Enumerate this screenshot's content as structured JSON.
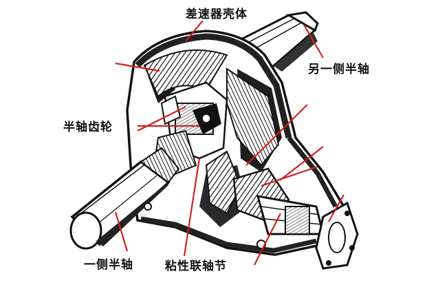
{
  "labels": {
    "differential_housing": "差速器壳体",
    "other_side_half_shaft": "另一侧半轴",
    "half_shaft_gear": "半轴齿轮",
    "one_side_half_shaft": "一侧半轴",
    "viscous_coupling": "粘性联轴节"
  },
  "colors": {
    "leader_line": "#d21f1f",
    "ink": "#111111",
    "body_fill": "#ffffff",
    "shadow": "#2a2a2a"
  }
}
